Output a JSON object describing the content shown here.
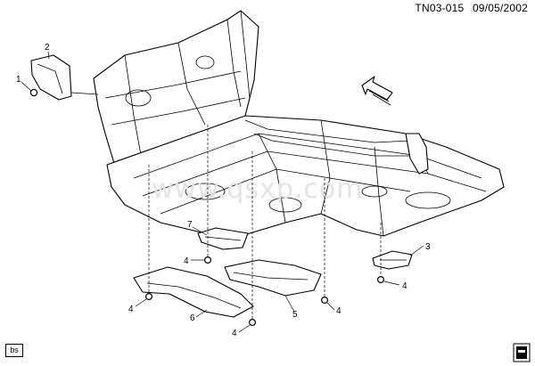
{
  "header": {
    "code": "TN03-015",
    "date": "09/05/2002"
  },
  "footer": {
    "corner_tag": "bs"
  },
  "callouts": [
    {
      "id": "c1",
      "label": "1"
    },
    {
      "id": "c2",
      "label": "2"
    },
    {
      "id": "c3",
      "label": "3"
    },
    {
      "id": "c4a",
      "label": "4"
    },
    {
      "id": "c4b",
      "label": "4"
    },
    {
      "id": "c4c",
      "label": "4"
    },
    {
      "id": "c4d",
      "label": "4"
    },
    {
      "id": "c4e",
      "label": "4"
    },
    {
      "id": "c5",
      "label": "5"
    },
    {
      "id": "c6",
      "label": "6"
    },
    {
      "id": "c7",
      "label": "7"
    }
  ],
  "icons": {
    "front_arrow": "front-direction-arrow-icon",
    "logo": "book-logo-icon"
  },
  "colors": {
    "line": "#000000",
    "background": "#ffffff",
    "watermark": "#e4e4e4"
  }
}
